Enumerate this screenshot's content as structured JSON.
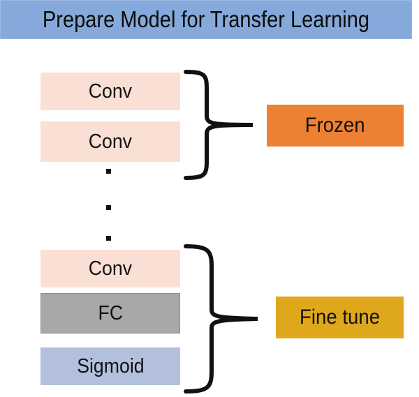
{
  "title": {
    "text": "Prepare Model for Transfer Learning",
    "background_color": "#85A9DB",
    "text_color": "#0C0C0C"
  },
  "diagram": {
    "type": "flow-diagram",
    "description": "Neural network layer stack with two grouping braces labeling frozen and fine-tuned sections",
    "layers": [
      {
        "id": "conv-1",
        "label": "Conv",
        "color": "#FADFD5",
        "group": "frozen"
      },
      {
        "id": "conv-2",
        "label": "Conv",
        "color": "#FADFD5",
        "group": "frozen"
      },
      {
        "id": "ellipsis",
        "label": "...",
        "color": "#111111",
        "group": "none"
      },
      {
        "id": "conv-3",
        "label": "Conv",
        "color": "#FADFD5",
        "group": "fine-tune"
      },
      {
        "id": "fc",
        "label": "FC",
        "color": "#A8A8A8",
        "group": "fine-tune"
      },
      {
        "id": "sigmoid",
        "label": "Sigmoid",
        "color": "#B2C0DE",
        "group": "fine-tune"
      }
    ],
    "groups": [
      {
        "id": "frozen",
        "label": "Frozen",
        "color": "#ED8133"
      },
      {
        "id": "fine-tune",
        "label": "Fine tune",
        "color": "#DFA81C"
      }
    ],
    "ellipsis_dot_count": 3
  }
}
